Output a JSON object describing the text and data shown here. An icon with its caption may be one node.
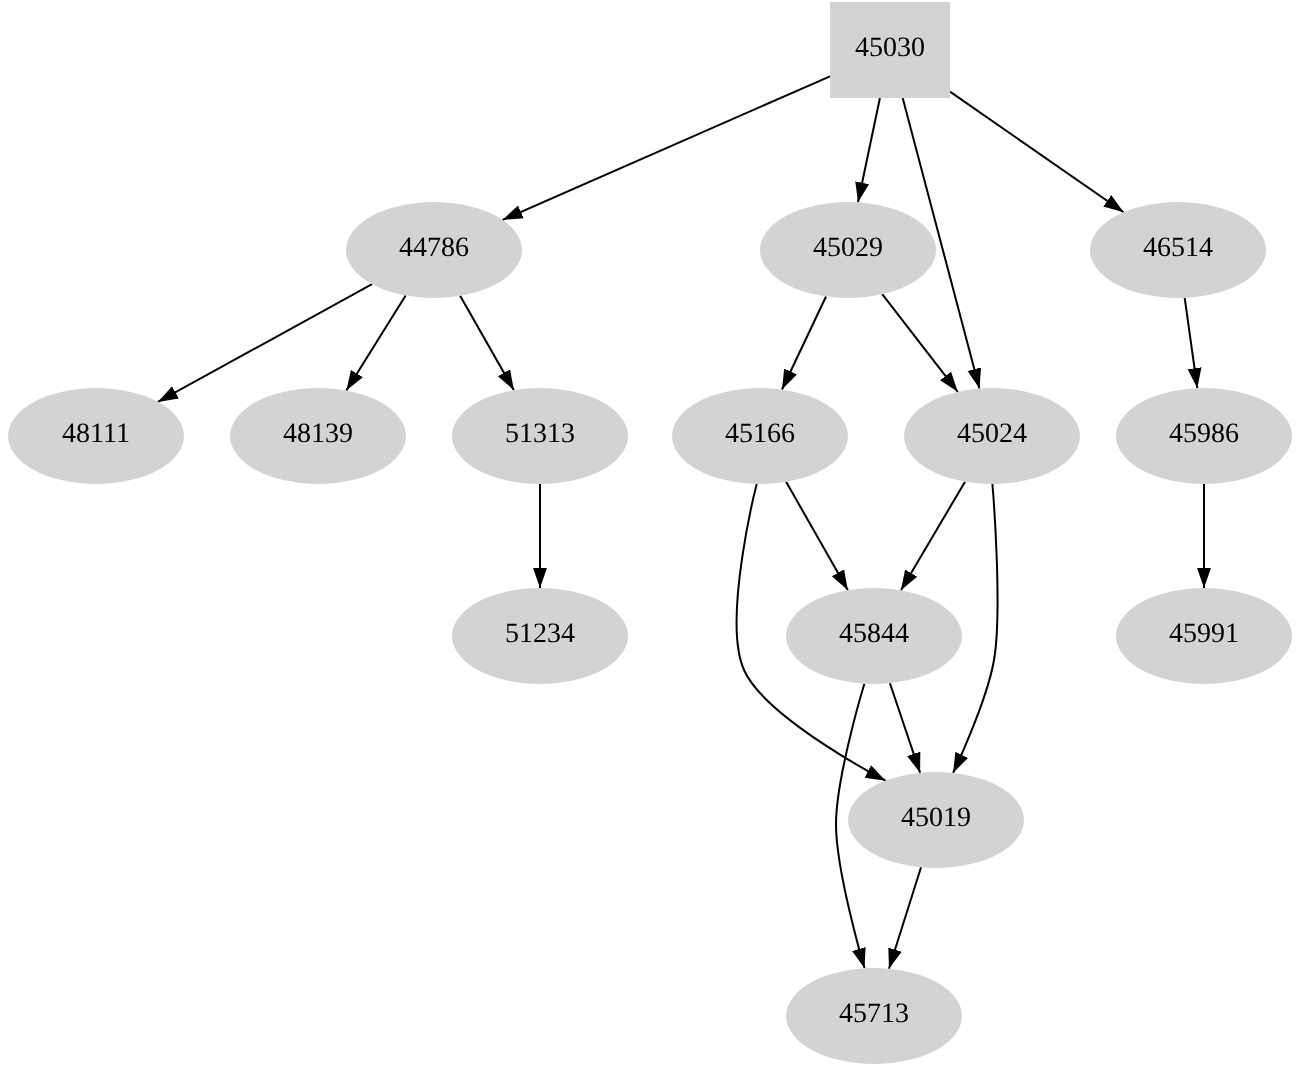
{
  "diagram": {
    "nodes": [
      {
        "text": [
          "45030"
        ]
      },
      {
        "text": [
          "44786"
        ]
      },
      {
        "text": [
          "45029"
        ]
      },
      {
        "text": [
          "46514"
        ]
      },
      {
        "text": [
          "48111"
        ]
      },
      {
        "text": [
          "48139"
        ]
      },
      {
        "text": [
          "51313"
        ]
      },
      {
        "text": [
          "45166"
        ]
      },
      {
        "text": [
          "45024"
        ]
      },
      {
        "text": [
          "45986"
        ]
      },
      {
        "text": [
          "51234"
        ]
      },
      {
        "text": [
          "45844"
        ]
      },
      {
        "text": [
          "45991"
        ]
      },
      {
        "text": [
          "45019"
        ]
      },
      {
        "text": [
          "45713"
        ]
      }
    ],
    "edges": [
      {
        "from": 0,
        "to": 1,
        "arrow": "to"
      },
      {
        "from": 0,
        "to": 2,
        "arrow": "to"
      },
      {
        "from": 0,
        "to": 8,
        "arrow": "to"
      },
      {
        "from": 0,
        "to": 3,
        "arrow": "to"
      },
      {
        "from": 1,
        "to": 4,
        "arrow": "to"
      },
      {
        "from": 1,
        "to": 5,
        "arrow": "to"
      },
      {
        "from": 1,
        "to": 6,
        "arrow": "to"
      },
      {
        "from": 2,
        "to": 7,
        "arrow": "to"
      },
      {
        "from": 2,
        "to": 8,
        "arrow": "to"
      },
      {
        "from": 3,
        "to": 9,
        "arrow": "to"
      },
      {
        "from": 6,
        "to": 10,
        "arrow": "to"
      },
      {
        "from": 7,
        "to": 11,
        "arrow": "to"
      },
      {
        "from": 7,
        "to": 13,
        "arrow": "to"
      },
      {
        "from": 8,
        "to": 11,
        "arrow": "to"
      },
      {
        "from": 8,
        "to": 13,
        "arrow": "to"
      },
      {
        "from": 9,
        "to": 12,
        "arrow": "to"
      },
      {
        "from": 11,
        "to": 13,
        "arrow": "to"
      },
      {
        "from": 11,
        "to": 14,
        "arrow": "to"
      },
      {
        "from": 13,
        "to": 14,
        "arrow": "to"
      }
    ]
  }
}
